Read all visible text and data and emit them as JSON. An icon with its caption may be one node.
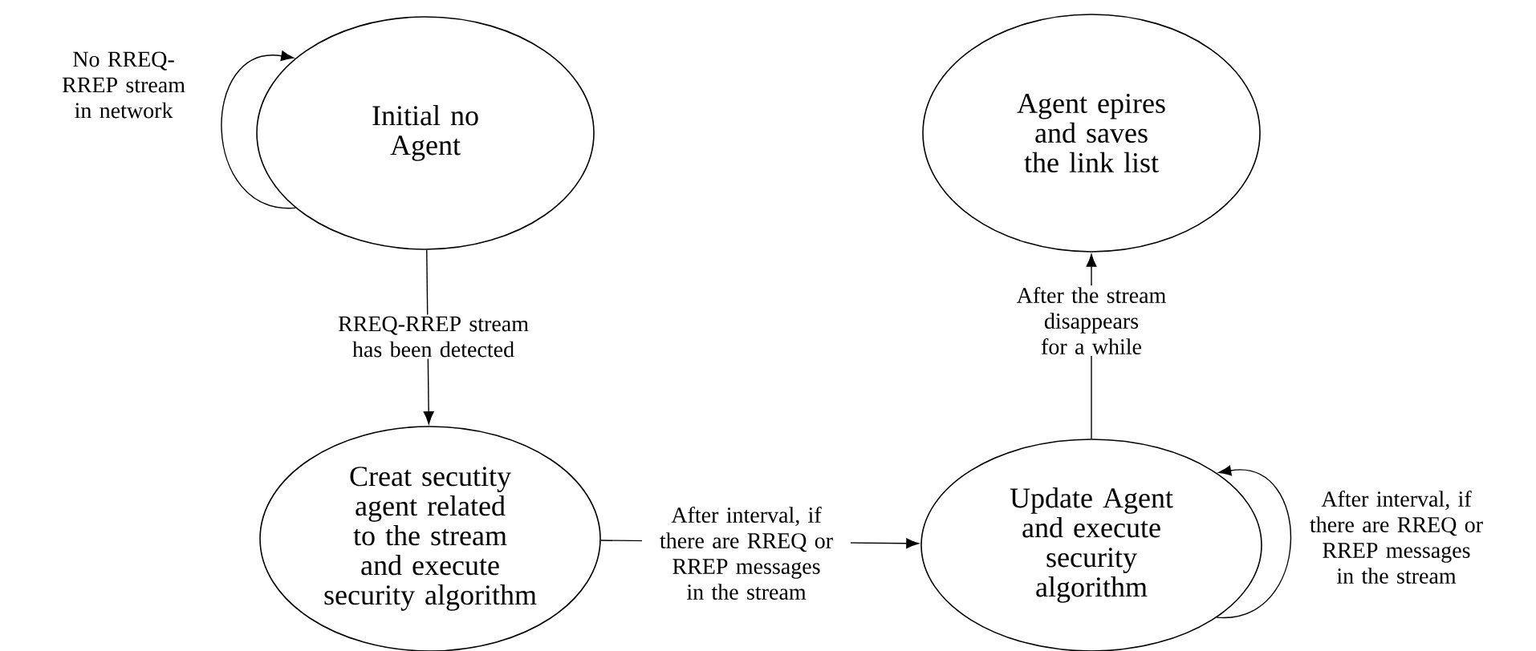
{
  "diagram": {
    "nodes": [
      {
        "text": [
          "Initial no Agent"
        ]
      },
      {
        "text": [
          "Agent epires and saves the link list"
        ]
      },
      {
        "text": [
          "Creat secutity agent related to the stream and execute security algorithm"
        ]
      },
      {
        "text": [
          "Update Agent and execute security algorithm"
        ]
      }
    ],
    "edges": [
      {
        "from": 0,
        "to": 0,
        "arrow": "to",
        "label": "No RREQ-RREP stream in network"
      },
      {
        "from": 0,
        "to": 2,
        "arrow": "to",
        "label": "RREQ-RREP stream has been detected"
      },
      {
        "from": 2,
        "to": 3,
        "arrow": "to",
        "label": "After interval, if there are RREQ or RREP messages in the stream"
      },
      {
        "from": 3,
        "to": 1,
        "arrow": "to",
        "label": "After the stream disappears for a while"
      },
      {
        "from": 3,
        "to": 3,
        "arrow": "to",
        "label": "After interval, if there are RREQ or RREP messages in the stream"
      }
    ]
  }
}
